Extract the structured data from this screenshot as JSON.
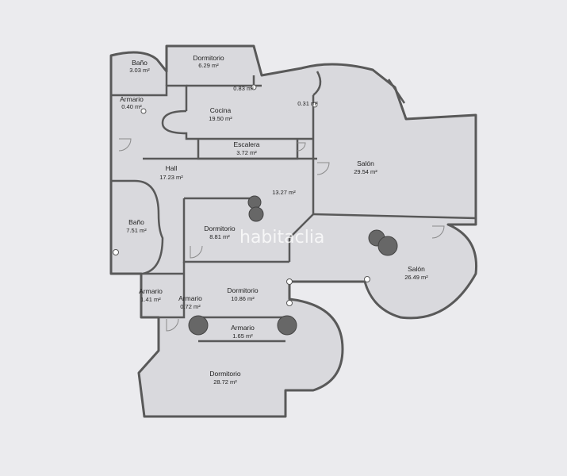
{
  "watermark": "habitaclia",
  "colors": {
    "background": "#ebebee",
    "floor": "#d9d9dd",
    "wall": "#555555",
    "column": "#666666"
  },
  "rooms": {
    "bano_top": {
      "name": "Baño",
      "area": "3.03 m²"
    },
    "dorm_top": {
      "name": "Dormitorio",
      "area": "6.29 m²"
    },
    "armario_top": {
      "name": "Armario",
      "area": "0.40 m²"
    },
    "small_083": {
      "name": "",
      "area": "0.83 m²"
    },
    "small_031": {
      "name": "",
      "area": "0.31 m²"
    },
    "cocina": {
      "name": "Cocina",
      "area": "19.50 m²"
    },
    "escalera": {
      "name": "Escalera",
      "area": "3.72 m²"
    },
    "hall": {
      "name": "Hall",
      "area": "17.23 m²"
    },
    "corridor": {
      "name": "",
      "area": "13.27 m²"
    },
    "salon_top": {
      "name": "Salón",
      "area": "29.54 m²"
    },
    "bano_mid": {
      "name": "Baño",
      "area": "7.51 m²"
    },
    "dorm_mid": {
      "name": "Dormitorio",
      "area": "8.81 m²"
    },
    "salon_bot": {
      "name": "Salón",
      "area": "26.49 m²"
    },
    "armario_141": {
      "name": "Armario",
      "area": "1.41 m²"
    },
    "armario_072": {
      "name": "Armario",
      "area": "0.72 m²"
    },
    "dorm_1086": {
      "name": "Dormitorio",
      "area": "10.86 m²"
    },
    "armario_165": {
      "name": "Armario",
      "area": "1.65 m²"
    },
    "dorm_big": {
      "name": "Dormitorio",
      "area": "28.72 m²"
    }
  }
}
